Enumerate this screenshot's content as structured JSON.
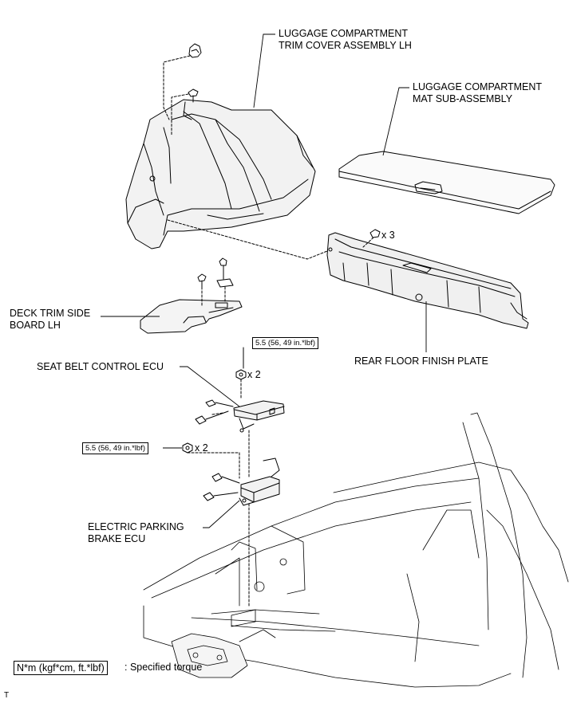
{
  "parts": {
    "trim_cover": {
      "line1": "LUGGAGE COMPARTMENT",
      "line2": "TRIM COVER ASSEMBLY LH"
    },
    "mat": {
      "line1": "LUGGAGE COMPARTMENT",
      "line2": "MAT SUB-ASSEMBLY"
    },
    "deck_board": {
      "line1": "DECK TRIM SIDE",
      "line2": "BOARD LH"
    },
    "finish_plate": {
      "label": "REAR FLOOR FINISH PLATE"
    },
    "seat_belt_ecu": {
      "label": "SEAT BELT CONTROL ECU"
    },
    "parking_brake_ecu": {
      "line1": "ELECTRIC PARKING",
      "line2": "BRAKE ECU"
    }
  },
  "torques": {
    "upper": "5.5 (56, 49 in.*lbf)",
    "lower": "5.5 (56, 49 in.*lbf)"
  },
  "quantities": {
    "clip_qty": "x 3",
    "upper_nut_qty": "x 2",
    "lower_nut_qty": "x 2"
  },
  "legend": {
    "box_text": "N*m (kgf*cm, ft.*lbf)",
    "desc": ": Specified torque"
  },
  "corner_mark": "T"
}
